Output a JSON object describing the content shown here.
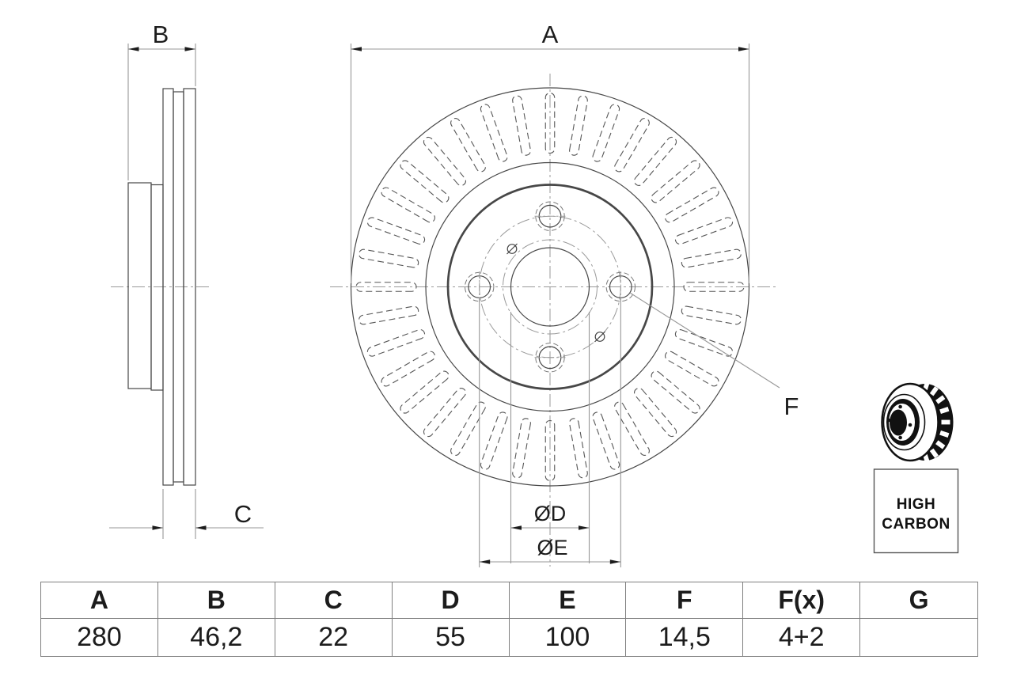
{
  "dimension_labels": {
    "a": "A",
    "b": "B",
    "c": "C",
    "d": "ØD",
    "e": "ØE",
    "f": "F"
  },
  "badge": {
    "line1": "HIGH",
    "line2": "CARBON"
  },
  "spec_table": {
    "headers": [
      "A",
      "B",
      "C",
      "D",
      "E",
      "F",
      "F(x)",
      "G"
    ],
    "values": [
      "280",
      "46,2",
      "22",
      "55",
      "100",
      "14,5",
      "4+2",
      ""
    ]
  },
  "figure": {
    "type": "brake-disc-technical-drawing",
    "views": [
      "side-cross-section",
      "front-view"
    ],
    "vent_slot_count": 36,
    "bolt_hole_count": 4,
    "pin_hole_count": 2,
    "icon": "vented-brake-disc-3d"
  },
  "colors": {
    "background": "#ffffff",
    "object_line": "#474747",
    "dimension_line": "#979797",
    "centerline": "#9a9a9a",
    "text": "#1c1c1c",
    "table_border": "#7f7f7f",
    "icon_black": "#111111"
  }
}
